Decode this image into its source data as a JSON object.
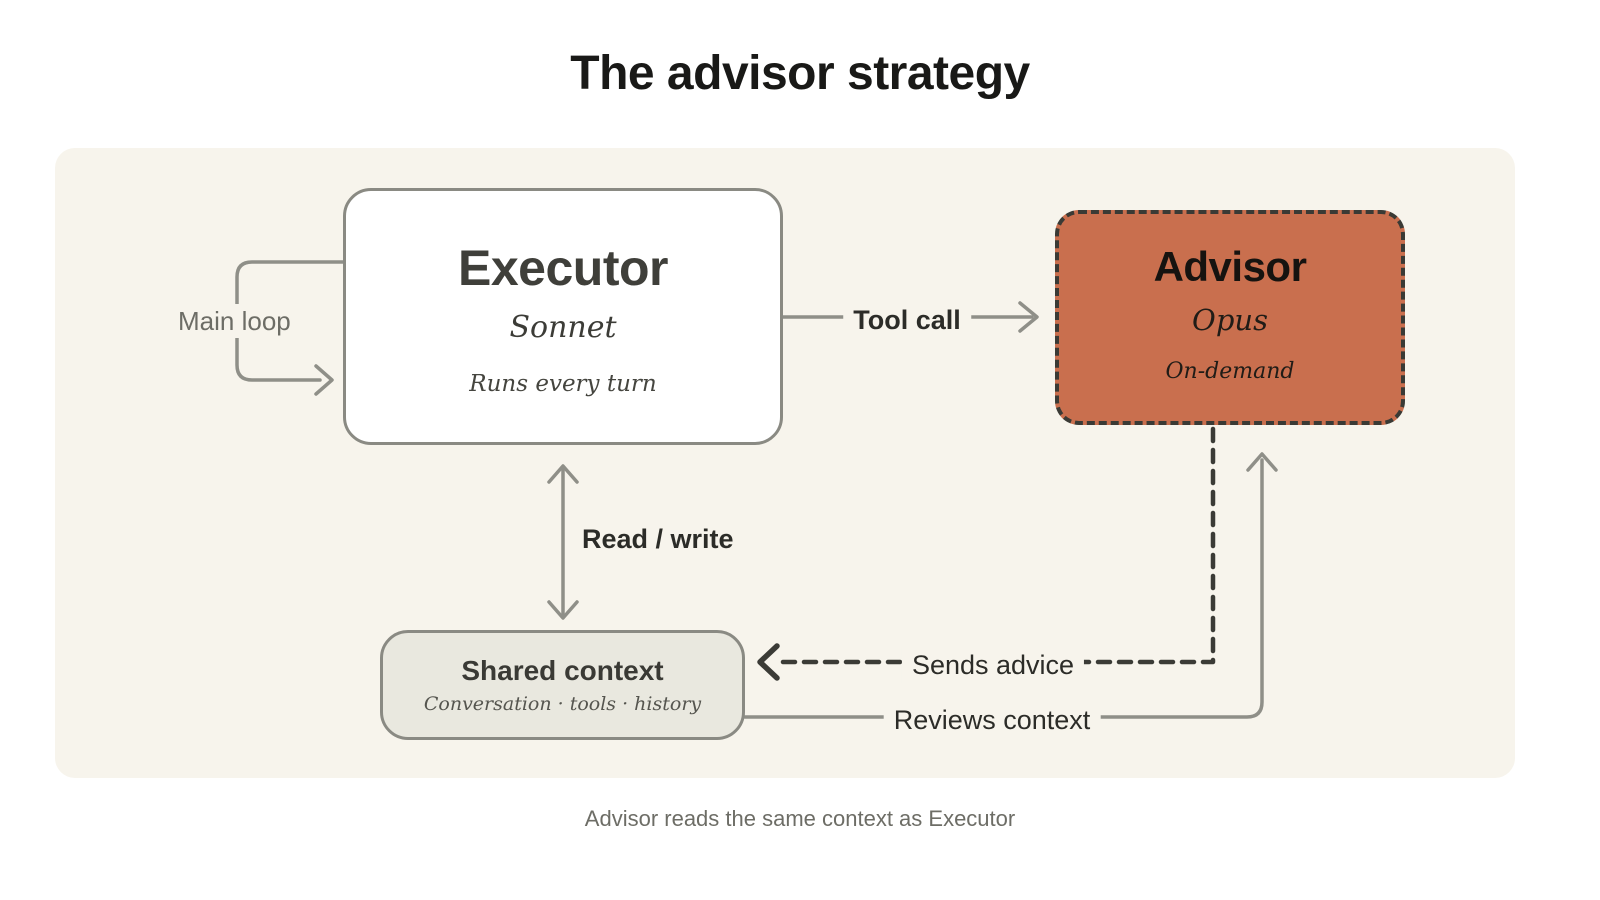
{
  "title": "The advisor strategy",
  "caption": "Advisor reads the same context as Executor",
  "executor": {
    "title": "Executor",
    "subtitle": "Sonnet",
    "note": "Runs every turn"
  },
  "advisor": {
    "title": "Advisor",
    "subtitle": "Opus",
    "note": "On-demand"
  },
  "shared_context": {
    "title": "Shared context",
    "subtitle": "Conversation · tools · history"
  },
  "labels": {
    "main_loop": "Main loop",
    "tool_call": "Tool call",
    "read_write": "Read / write",
    "sends_advice": "Sends advice",
    "reviews_context": "Reviews context"
  },
  "colors": {
    "panel_background": "#f7f4ec",
    "advisor_fill": "#c96f4e",
    "connector_gray": "#8f8f88",
    "dashed_dark": "#3b3b36",
    "shared_context_fill": "#e9e8df"
  }
}
